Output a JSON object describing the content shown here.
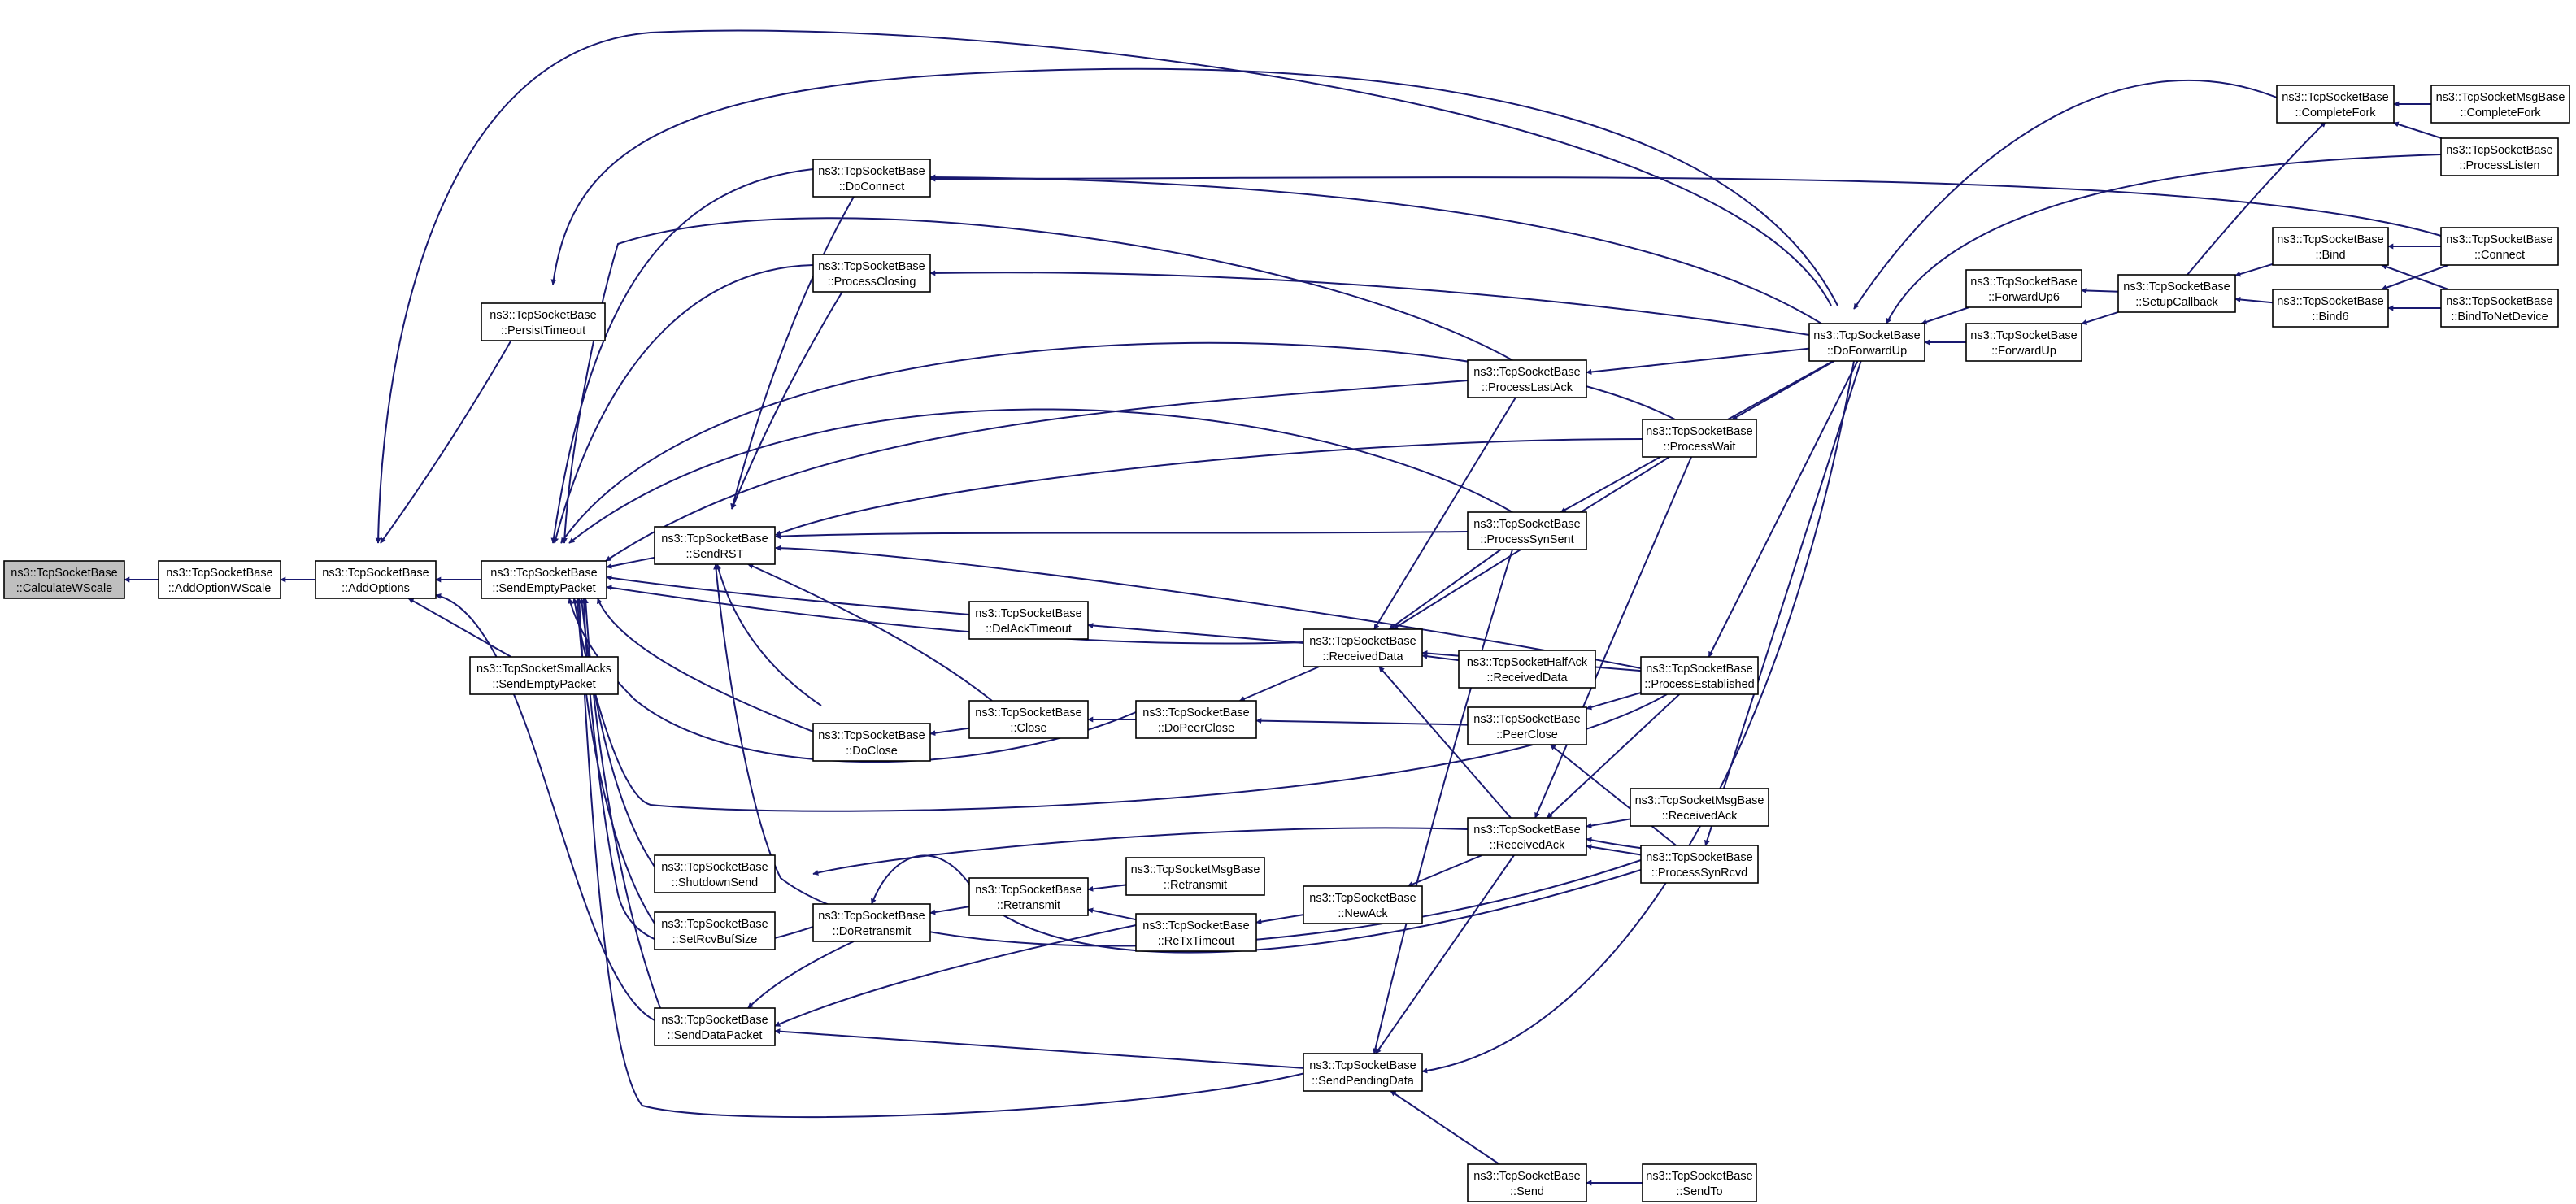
{
  "diagram": {
    "type": "doxygen-caller-graph",
    "colors": {
      "edge": "#191970",
      "highlight_fill": "#bfbfbf",
      "node_border": "#000000"
    },
    "nodes": [
      {
        "id": "CalculateWScale",
        "line1": "ns3::TcpSocketBase",
        "line2": "::CalculateWScale",
        "highlight": true
      },
      {
        "id": "AddOptionWScale",
        "line1": "ns3::TcpSocketBase",
        "line2": "::AddOptionWScale"
      },
      {
        "id": "AddOptions",
        "line1": "ns3::TcpSocketBase",
        "line2": "::AddOptions"
      },
      {
        "id": "SmallAcksSendEmptyPacket",
        "line1": "ns3::TcpSocketSmallAcks",
        "line2": "::SendEmptyPacket"
      },
      {
        "id": "PersistTimeout",
        "line1": "ns3::TcpSocketBase",
        "line2": "::PersistTimeout"
      },
      {
        "id": "SendEmptyPacket",
        "line1": "ns3::TcpSocketBase",
        "line2": "::SendEmptyPacket"
      },
      {
        "id": "SendRST",
        "line1": "ns3::TcpSocketBase",
        "line2": "::SendRST"
      },
      {
        "id": "ShutdownSend",
        "line1": "ns3::TcpSocketBase",
        "line2": "::ShutdownSend"
      },
      {
        "id": "SetRcvBufSize",
        "line1": "ns3::TcpSocketBase",
        "line2": "::SetRcvBufSize"
      },
      {
        "id": "SendDataPacket",
        "line1": "ns3::TcpSocketBase",
        "line2": "::SendDataPacket"
      },
      {
        "id": "DoConnect",
        "line1": "ns3::TcpSocketBase",
        "line2": "::DoConnect"
      },
      {
        "id": "ProcessClosing",
        "line1": "ns3::TcpSocketBase",
        "line2": "::ProcessClosing"
      },
      {
        "id": "DoClose",
        "line1": "ns3::TcpSocketBase",
        "line2": "::DoClose"
      },
      {
        "id": "DoRetransmit",
        "line1": "ns3::TcpSocketBase",
        "line2": "::DoRetransmit"
      },
      {
        "id": "DelAckTimeout",
        "line1": "ns3::TcpSocketBase",
        "line2": "::DelAckTimeout"
      },
      {
        "id": "Close",
        "line1": "ns3::TcpSocketBase",
        "line2": "::Close"
      },
      {
        "id": "Retransmit",
        "line1": "ns3::TcpSocketBase",
        "line2": "::Retransmit"
      },
      {
        "id": "DoPeerClose",
        "line1": "ns3::TcpSocketBase",
        "line2": "::DoPeerClose"
      },
      {
        "id": "MsgBaseRetransmit",
        "line1": "ns3::TcpSocketMsgBase",
        "line2": "::Retransmit"
      },
      {
        "id": "ReTxTimeout",
        "line1": "ns3::TcpSocketBase",
        "line2": "::ReTxTimeout"
      },
      {
        "id": "ReceivedData",
        "line1": "ns3::TcpSocketBase",
        "line2": "::ReceivedData"
      },
      {
        "id": "NewAck",
        "line1": "ns3::TcpSocketBase",
        "line2": "::NewAck"
      },
      {
        "id": "SendPendingData",
        "line1": "ns3::TcpSocketBase",
        "line2": "::SendPendingData"
      },
      {
        "id": "ProcessLastAck",
        "line1": "ns3::TcpSocketBase",
        "line2": "::ProcessLastAck"
      },
      {
        "id": "ProcessSynSent",
        "line1": "ns3::TcpSocketBase",
        "line2": "::ProcessSynSent"
      },
      {
        "id": "HalfAckReceivedData",
        "line1": "ns3::TcpSocketHalfAck",
        "line2": "::ReceivedData"
      },
      {
        "id": "PeerClose",
        "line1": "ns3::TcpSocketBase",
        "line2": "::PeerClose"
      },
      {
        "id": "ReceivedAck",
        "line1": "ns3::TcpSocketBase",
        "line2": "::ReceivedAck"
      },
      {
        "id": "Send",
        "line1": "ns3::TcpSocketBase",
        "line2": "::Send"
      },
      {
        "id": "ProcessWait",
        "line1": "ns3::TcpSocketBase",
        "line2": "::ProcessWait"
      },
      {
        "id": "ProcessEstablished",
        "line1": "ns3::TcpSocketBase",
        "line2": "::ProcessEstablished"
      },
      {
        "id": "MsgBaseReceivedAck",
        "line1": "ns3::TcpSocketMsgBase",
        "line2": "::ReceivedAck"
      },
      {
        "id": "ProcessSynRcvd",
        "line1": "ns3::TcpSocketBase",
        "line2": "::ProcessSynRcvd"
      },
      {
        "id": "SendTo",
        "line1": "ns3::TcpSocketBase",
        "line2": "::SendTo"
      },
      {
        "id": "DoForwardUp",
        "line1": "ns3::TcpSocketBase",
        "line2": "::DoForwardUp"
      },
      {
        "id": "ForwardUp6",
        "line1": "ns3::TcpSocketBase",
        "line2": "::ForwardUp6"
      },
      {
        "id": "ForwardUp",
        "line1": "ns3::TcpSocketBase",
        "line2": "::ForwardUp"
      },
      {
        "id": "SetupCallback",
        "line1": "ns3::TcpSocketBase",
        "line2": "::SetupCallback"
      },
      {
        "id": "Bind",
        "line1": "ns3::TcpSocketBase",
        "line2": "::Bind"
      },
      {
        "id": "Bind6",
        "line1": "ns3::TcpSocketBase",
        "line2": "::Bind6"
      },
      {
        "id": "CompleteFork",
        "line1": "ns3::TcpSocketBase",
        "line2": "::CompleteFork"
      },
      {
        "id": "MsgBaseCompleteFork",
        "line1": "ns3::TcpSocketMsgBase",
        "line2": "::CompleteFork"
      },
      {
        "id": "ProcessListen",
        "line1": "ns3::TcpSocketBase",
        "line2": "::ProcessListen"
      },
      {
        "id": "Connect",
        "line1": "ns3::TcpSocketBase",
        "line2": "::Connect"
      },
      {
        "id": "BindToNetDevice",
        "line1": "ns3::TcpSocketBase",
        "line2": "::BindToNetDevice"
      }
    ]
  }
}
